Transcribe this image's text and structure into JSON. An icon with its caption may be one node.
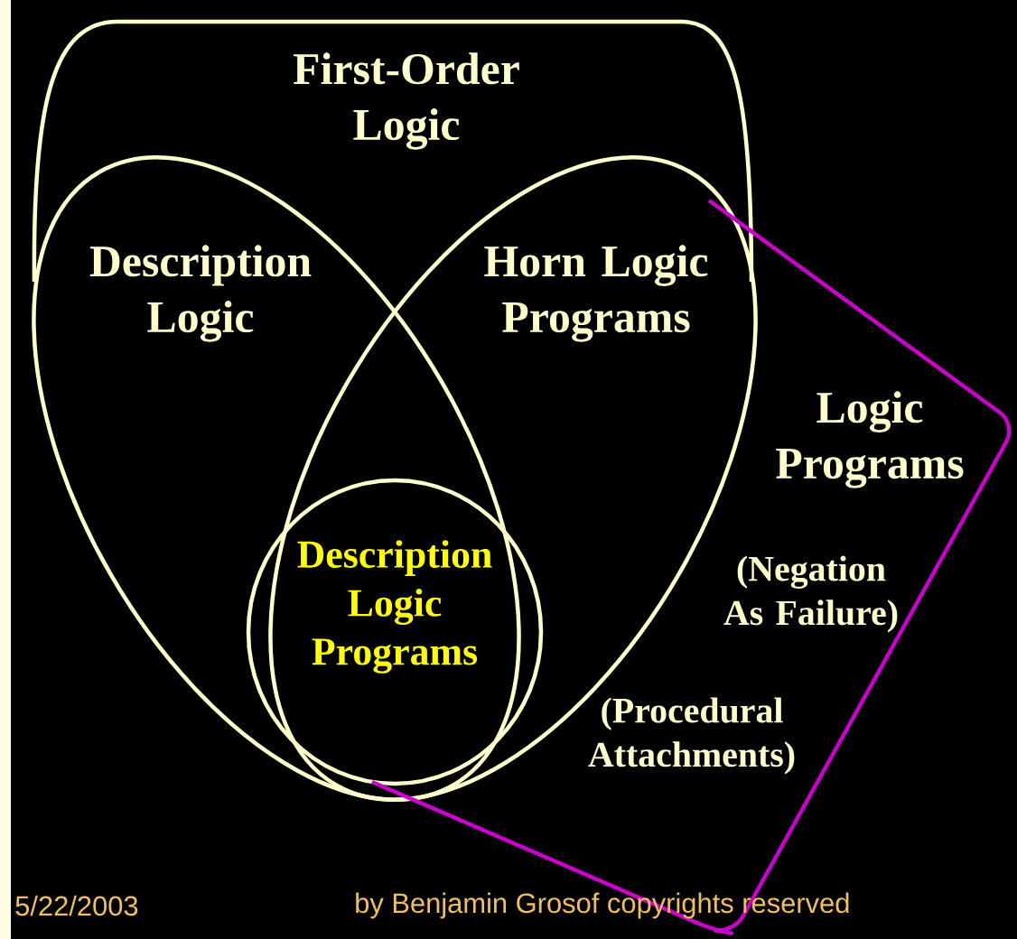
{
  "diagram": {
    "nodes": [
      {
        "text": [
          "First-Order Logic"
        ]
      },
      {
        "text": [
          "Description Logic"
        ]
      },
      {
        "text": [
          "Horn Logic Programs"
        ]
      },
      {
        "text": [
          "Description Logic Programs"
        ]
      },
      {
        "text": [
          "Logic Programs",
          "(Negation As Failure)",
          "(Procedural Attachments)"
        ]
      }
    ],
    "edges": [],
    "labels": [
      "5/22/2003",
      "by Benjamin Grosof copyrights reserved"
    ]
  }
}
